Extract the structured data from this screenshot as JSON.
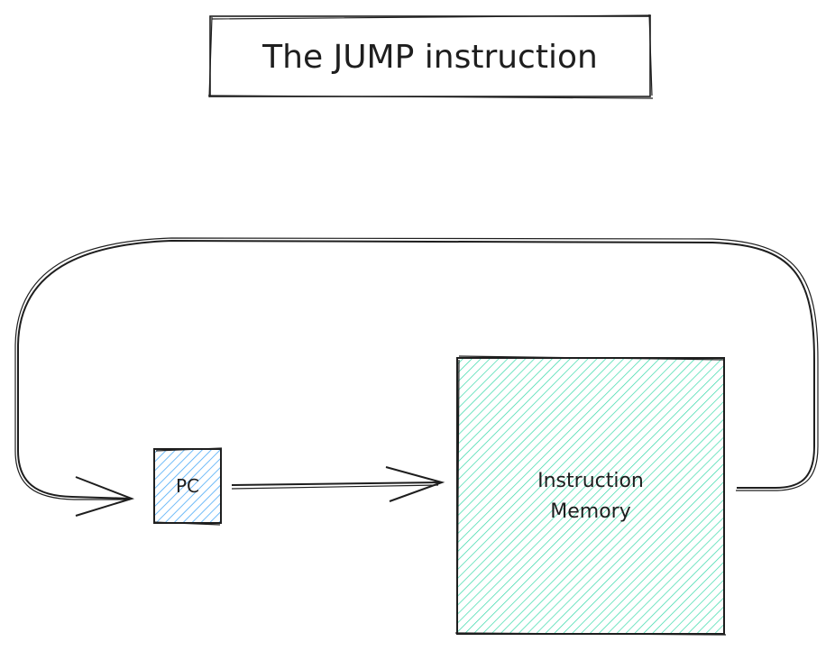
{
  "title": "The JUMP instruction",
  "nodes": {
    "pc": {
      "label": "PC",
      "fill": "#4dabf7"
    },
    "memory": {
      "label_line1": "Instruction",
      "label_line2": "Memory",
      "fill": "#38d9a9"
    }
  },
  "edges": [
    {
      "from": "pc",
      "to": "memory"
    },
    {
      "from": "memory",
      "to": "pc"
    }
  ],
  "colors": {
    "stroke": "#1e1e1e",
    "background": "#ffffff"
  }
}
